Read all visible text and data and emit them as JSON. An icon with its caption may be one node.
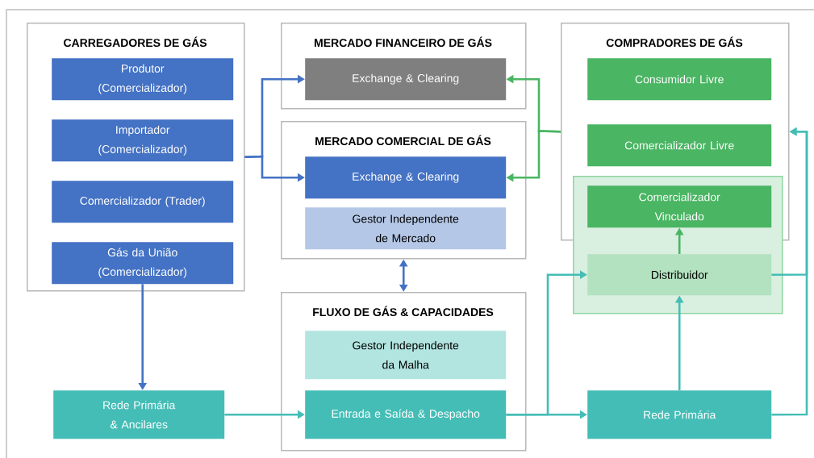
{
  "diagram": {
    "nodes": [
      {
        "text": [
          "CARREGADORES DE GÁS"
        ]
      },
      {
        "text": [
          "Produtor (Comercializador)"
        ],
        "in": 0
      },
      {
        "text": [
          "Importador (Comercializador)"
        ],
        "in": 0
      },
      {
        "text": [
          "Comercializador (Trader)"
        ],
        "in": 0
      },
      {
        "text": [
          "Gás da União (Comercializador)"
        ],
        "in": 0
      },
      {
        "text": [
          "MERCADO FINANCEIRO DE GÁS"
        ]
      },
      {
        "text": [
          "Exchange & Clearing"
        ],
        "in": 5
      },
      {
        "text": [
          "MERCADO COMERCIAL DE GÁS"
        ]
      },
      {
        "text": [
          "Exchange & Clearing"
        ],
        "in": 7
      },
      {
        "text": [
          "Gestor Independente de Mercado"
        ],
        "in": 7
      },
      {
        "text": [
          "FLUXO DE GÁS & CAPACIDADES"
        ]
      },
      {
        "text": [
          "Gestor Independente da Malha"
        ],
        "in": 10
      },
      {
        "text": [
          "Entrada e Saída & Despacho"
        ],
        "in": 10
      },
      {
        "text": [
          "COMPRADORES DE GÁS"
        ]
      },
      {
        "text": [
          "Consumidor Livre"
        ],
        "in": 13
      },
      {
        "text": [
          "Comercializador Livre"
        ],
        "in": 13
      },
      {
        "text": [],
        "shape": "box"
      },
      {
        "text": [
          "Comercializador Vinculado"
        ]
      },
      {
        "text": [
          "Distribuidor"
        ],
        "in": 16
      },
      {
        "text": [
          "Rede Primária & Ancilares"
        ]
      },
      {
        "text": [
          "Rede Primária"
        ]
      }
    ],
    "edges": [
      {
        "from": 0,
        "to": 6,
        "arrow": "to",
        "color": "#4472c4"
      },
      {
        "from": 0,
        "to": 8,
        "arrow": "to",
        "color": "#4472c4"
      },
      {
        "from": 4,
        "to": 19,
        "arrow": "to",
        "color": "#4472c4"
      },
      {
        "from": 7,
        "to": 10,
        "arrow": "both",
        "color": "#4472c4"
      },
      {
        "from": 13,
        "to": 6,
        "arrow": "to",
        "color": "#4ab563"
      },
      {
        "from": 13,
        "to": 8,
        "arrow": "to",
        "color": "#4ab563"
      },
      {
        "from": 19,
        "to": 12,
        "arrow": "to"
      },
      {
        "from": 12,
        "to": 18,
        "arrow": "to"
      },
      {
        "from": 12,
        "to": 20,
        "arrow": "to"
      },
      {
        "from": 20,
        "to": 18,
        "arrow": "to"
      },
      {
        "from": 18,
        "to": 17,
        "arrow": "to",
        "color": "#4ab563"
      },
      {
        "from": 18,
        "to": 13,
        "arrow": "to"
      },
      {
        "from": 20,
        "to": 13,
        "arrow": "to"
      }
    ]
  }
}
